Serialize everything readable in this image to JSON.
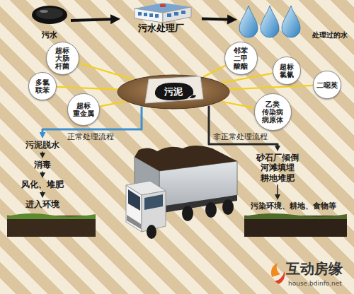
{
  "diagram": {
    "nodes": [
      {
        "text": [
          "污水"
        ]
      },
      {
        "text": [
          "污水处理厂"
        ]
      },
      {
        "text": [
          "处理过的水"
        ]
      },
      {
        "text": [
          "污泥"
        ]
      },
      {
        "text": [
          "超标 大肠 杆菌"
        ]
      },
      {
        "text": [
          "多氯 联苯"
        ]
      },
      {
        "text": [
          "超标 重金属"
        ]
      },
      {
        "text": [
          "邻苯 二甲 酸酯"
        ]
      },
      {
        "text": [
          "超标 氯氰"
        ]
      },
      {
        "text": [
          "二噁英"
        ]
      },
      {
        "text": [
          "乙类 传染病 病原体"
        ]
      },
      {
        "text": [
          "污泥脱水"
        ]
      },
      {
        "text": [
          "消毒"
        ]
      },
      {
        "text": [
          "风化、堆肥"
        ]
      },
      {
        "text": [
          "进入环境"
        ]
      },
      {
        "text": [
          "砂石厂倾倒 河滩填埋 耕地堆肥"
        ]
      },
      {
        "text": [
          "污染环境、耕地、食物等"
        ]
      }
    ],
    "edges": [
      {
        "from": 0,
        "to": 1,
        "arrow": "to"
      },
      {
        "from": 1,
        "to": 2,
        "arrow": "to"
      },
      {
        "from": 3,
        "to": 4,
        "arrow": "none"
      },
      {
        "from": 3,
        "to": 5,
        "arrow": "none"
      },
      {
        "from": 3,
        "to": 6,
        "arrow": "none"
      },
      {
        "from": 3,
        "to": 7,
        "arrow": "none"
      },
      {
        "from": 3,
        "to": 8,
        "arrow": "none"
      },
      {
        "from": 3,
        "to": 9,
        "arrow": "none"
      },
      {
        "from": 3,
        "to": 10,
        "arrow": "none"
      },
      {
        "from": 3,
        "to": 11,
        "label": "正常处理流程",
        "arrow": "to"
      },
      {
        "from": 11,
        "to": 12,
        "arrow": "to"
      },
      {
        "from": 12,
        "to": 13,
        "arrow": "to"
      },
      {
        "from": 13,
        "to": 14,
        "arrow": "to"
      },
      {
        "from": 3,
        "to": 15,
        "label": "非正常处理流程",
        "arrow": "to"
      },
      {
        "from": 15,
        "to": 16,
        "arrow": "to"
      }
    ],
    "labels": [
      "互动房缘",
      "house.bdinfo.net"
    ]
  }
}
